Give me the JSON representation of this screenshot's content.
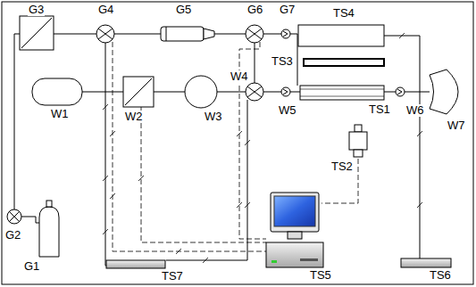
{
  "diagram": {
    "labels": [
      "G3",
      "G4",
      "G5",
      "G6",
      "G7",
      "TS4",
      "TS3",
      "W4",
      "W1",
      "W2",
      "W3",
      "W5",
      "TS1",
      "W6",
      "W7",
      "TS2",
      "G2",
      "G1",
      "TS7",
      "TS5",
      "TS6"
    ]
  }
}
